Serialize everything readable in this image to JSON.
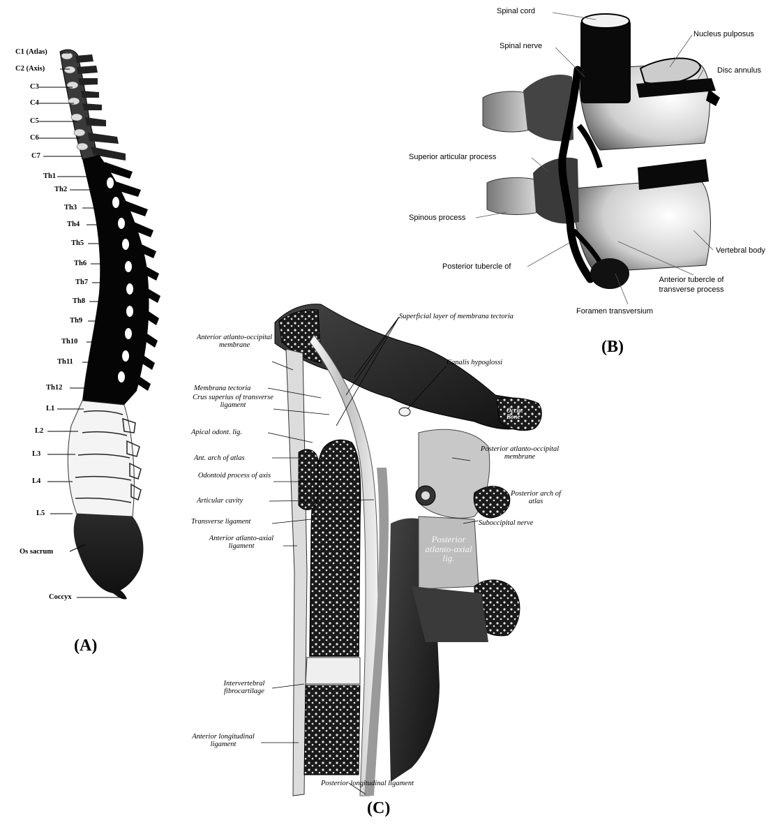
{
  "panel_a": {
    "caption": "(A)",
    "labels": [
      "C1 (Atlas)",
      "C2 (Axis)",
      "C3",
      "C4",
      "C5",
      "C6",
      "C7",
      "Th1",
      "Th2",
      "Th3",
      "Th4",
      "Th5",
      "Th6",
      "Th7",
      "Th8",
      "Th9",
      "Th10",
      "Th11",
      "Th12",
      "L1",
      "L2",
      "L3",
      "L4",
      "L5",
      "Os sacrum",
      "Coccyx"
    ]
  },
  "panel_b": {
    "caption": "(B)",
    "labels": {
      "spinal_cord": "Spinal cord",
      "spinal_nerve": "Spinal nerve",
      "nucleus_pulposus": "Nucleus pulposus",
      "disc_annulus": "Disc annulus",
      "superior_articular_process": "Superior articular process",
      "spinous_process": "Spinous process",
      "vertebral_body": "Vertebral body",
      "posterior_tubercle": "Posterior tubercle of",
      "anterior_tubercle": "Anterior tubercle of transverse process",
      "foramen_transversium": "Foramen transversium"
    }
  },
  "panel_c": {
    "caption": "(C)",
    "labels": {
      "superficial_layer": "Superficial layer of membrana tectoria",
      "canalis_hypoglossi": "Canalis hypoglossi",
      "anterior_atlanto_occipital": "Anterior atlanto-occipital membrane",
      "membrana_tectoria": "Membrana tectoria",
      "crus_superius": "Crus superius of transverse ligament",
      "apical_odont_lig": "Apical odont. lig.",
      "ant_arch_of_atlas": "Ant. arch of atlas",
      "odontoid_process": "Odontoid process of axis",
      "articular_cavity": "Articular cavity",
      "transverse_ligament": "Transverse ligament",
      "anterior_atlanto_axial": "Anterior atlanto-axial ligament",
      "occip_bone": "Occip. Bone",
      "posterior_atlanto_occipital": "Posterior atlanto-occipital membrane",
      "posterior_arch_of_atlas": "Posterior arch of atlas",
      "suboccipital_nerve": "Suboccipital nerve",
      "posterior_atlanto_axial_lig": "Posterior atlanto-axial lig.",
      "intervertebral_fibrocartilage": "Intervertebral fibrocartilage",
      "anterior_longitudinal": "Anterior longitudinal ligament",
      "posterior_longitudinal": "Posterior longitudinal ligament"
    }
  }
}
